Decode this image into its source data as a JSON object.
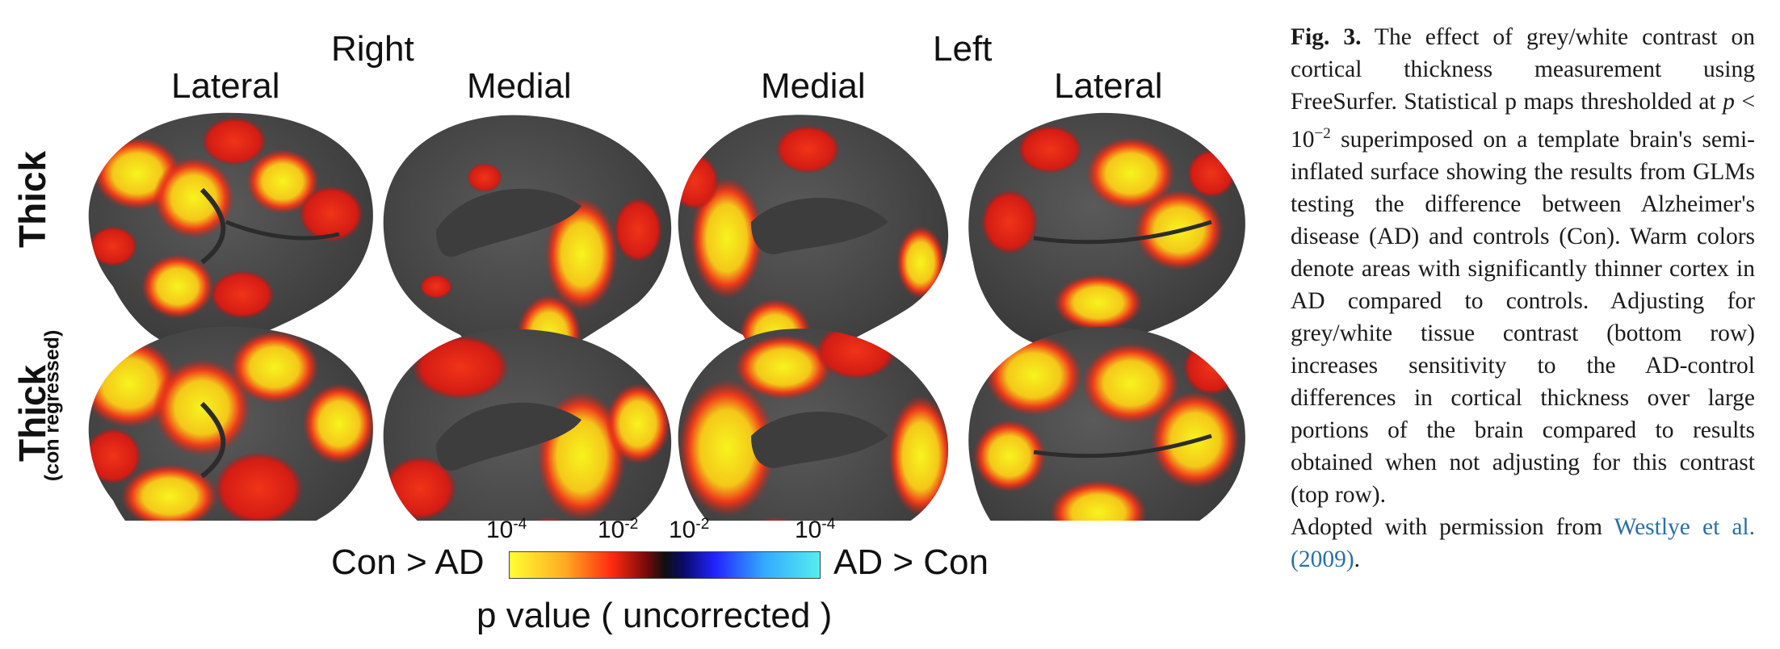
{
  "figure": {
    "hemisphere_right": "Right",
    "hemisphere_left": "Left",
    "view_labels": [
      "Lateral",
      "Medial",
      "Medial",
      "Lateral"
    ],
    "row_labels": [
      {
        "main": "Thick",
        "sub": ""
      },
      {
        "main": "Thick",
        "sub": "(con regressed)"
      }
    ],
    "colorbar": {
      "left_label": "Con > AD",
      "right_label": "AD > Con",
      "ticks": [
        "10",
        "10",
        "10",
        "10"
      ],
      "tick_exponents": [
        "-4",
        "-2",
        "-2",
        "-4"
      ],
      "axis_label": "p value ( uncorrected )",
      "colors": {
        "warm_high": "#ffff33",
        "warm_mid": "#ff2200",
        "dark": "#111111",
        "cool_mid": "#2222ff",
        "cool_high": "#55eeee"
      }
    },
    "colors": {
      "cortex": "#4a4a4a",
      "hot_red": "#e8261a",
      "hot_yellow": "#f4f21c"
    }
  },
  "caption": {
    "fig_label": "Fig. 3.",
    "text_1": " The effect of grey/white contrast on cortical thickness measurement using FreeSurfer. Statistical p maps thresholded at ",
    "math_p": "p",
    "math_lt": " < 10",
    "math_exp": "−2",
    "text_2": " superimposed on a template brain's semi-inflated surface showing the results from GLMs testing the difference between Alzheimer's disease (AD) and controls (Con). Warm colors denote areas with significantly thinner cortex in AD compared to controls. Adjusting for grey/white tissue contrast (bottom row) increases sensitivity to the AD-control differences in cortical thickness over large portions of the brain compared to results obtained when not adjusting for this contrast (top row).",
    "adopted": "Adopted with permission from ",
    "link": "Westlye et al. (2009)",
    "period": "."
  }
}
